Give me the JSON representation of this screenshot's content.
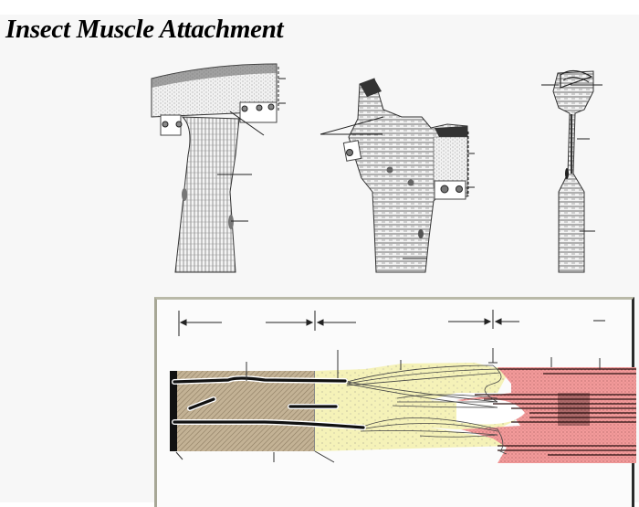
{
  "title": "Insect Muscle Attachment",
  "figures": [
    {
      "id": "fig-a",
      "description": "muscle fiber attached to cuticle through epidermis (T-shaped)",
      "label_lines": 3
    },
    {
      "id": "fig-b",
      "description": "muscle fibers inserting into cuticle with epidermal cells",
      "label_lines": 3
    },
    {
      "id": "fig-c",
      "description": "tonofibrilla / tendon cell linking cuticle to striated muscle",
      "label_lines": 3
    }
  ],
  "schematic": {
    "regions": [
      {
        "name": "cuticle",
        "color": "#b8a88a"
      },
      {
        "name": "epidermis",
        "color": "#f5f2b8"
      },
      {
        "name": "muscle",
        "color": "#f39a9a"
      }
    ],
    "colors": {
      "cuticle_hatch": "#9c8c70",
      "epidermis": "#f5f2b8",
      "muscle": "#f08f8f",
      "line": "#111111",
      "panel_border_dark": "#2a2a2a",
      "panel_border_light": "#b9b9a8"
    }
  }
}
